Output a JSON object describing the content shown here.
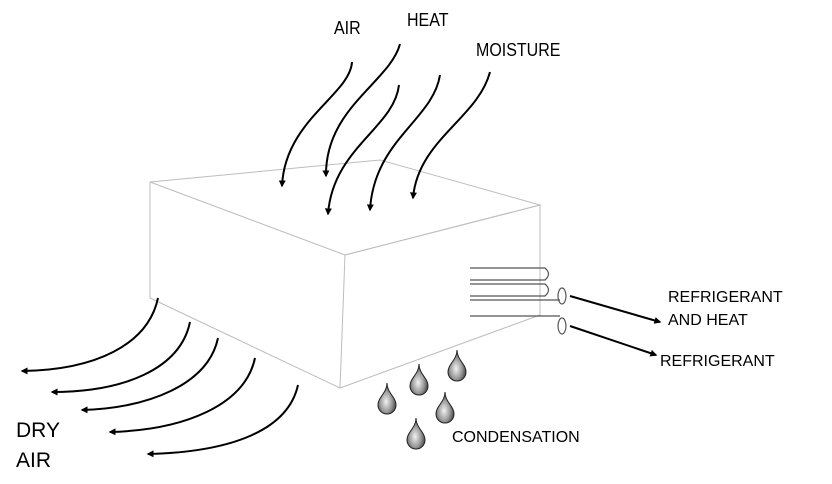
{
  "labels": {
    "air": "AIR",
    "heat": "HEAT",
    "moisture": "MOISTURE",
    "refrigerant_and_heat_line1": "REFRIGERANT",
    "refrigerant_and_heat_line2": "AND HEAT",
    "refrigerant": "REFRIGERANT",
    "condensation": "CONDENSATION",
    "dry_line1": "DRY",
    "dry_line2": "AIR"
  },
  "colors": {
    "ink": "#000000",
    "box_edge": "#c8c8c8",
    "drop_fill": "#8a8a8a"
  }
}
